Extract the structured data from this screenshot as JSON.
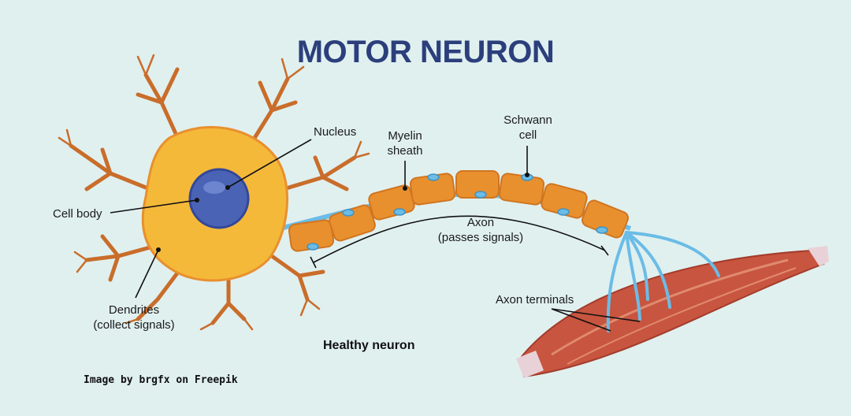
{
  "title": "MOTOR NEURON",
  "subtitle": "Healthy neuron",
  "credit": "Image by brgfx on Freepik",
  "labels": {
    "nucleus": "Nucleus",
    "cell_body": "Cell body",
    "dendrites": "Dendrites",
    "dendrites_note": "(collect signals)",
    "myelin": "Myelin",
    "myelin2": "sheath",
    "schwann": "Schwann",
    "schwann2": "cell",
    "axon": "Axon",
    "axon_note": "(passes signals)",
    "axon_terminals": "Axon terminals"
  },
  "colors": {
    "background": "#e0f0ef",
    "title": "#2c3f7c",
    "cell_body": "#f5b93a",
    "nucleus": "#4a63b5",
    "myelin": "#e8902e",
    "schwann": "#6bbce6",
    "dendrite": "#c96d2a",
    "muscle": "#c8553f"
  }
}
